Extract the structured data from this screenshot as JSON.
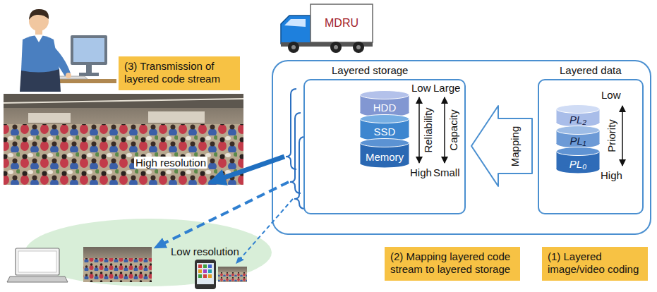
{
  "diagram": {
    "nodes": [
      {
        "text": [
          "MDRU"
        ]
      },
      {
        "text": [
          "(3) Transmission of layered code stream"
        ]
      },
      {
        "text": [
          "Layered storage"
        ]
      },
      {
        "text": [
          "HDD"
        ],
        "in": 2
      },
      {
        "text": [
          "SSD"
        ],
        "in": 2
      },
      {
        "text": [
          "Memory"
        ],
        "in": 2
      },
      {
        "text": [
          "Layered data"
        ]
      },
      {
        "text": [
          "PL₂"
        ],
        "in": 6
      },
      {
        "text": [
          "PL₁"
        ],
        "in": 6
      },
      {
        "text": [
          "PL₀"
        ],
        "in": 6
      },
      {
        "text": [
          "(2) Mapping layered code stream to layered storage"
        ]
      },
      {
        "text": [
          "(1) Layered image/video coding"
        ]
      }
    ],
    "edges": [
      {
        "from": 6,
        "to": 2,
        "arrow": "to",
        "label": "Mapping"
      }
    ],
    "labels": [
      "High resolution",
      "Low",
      "Large",
      "Reliability",
      "Capacity",
      "High",
      "Small",
      "Low",
      "Priority",
      "High",
      "Low resolution"
    ]
  }
}
